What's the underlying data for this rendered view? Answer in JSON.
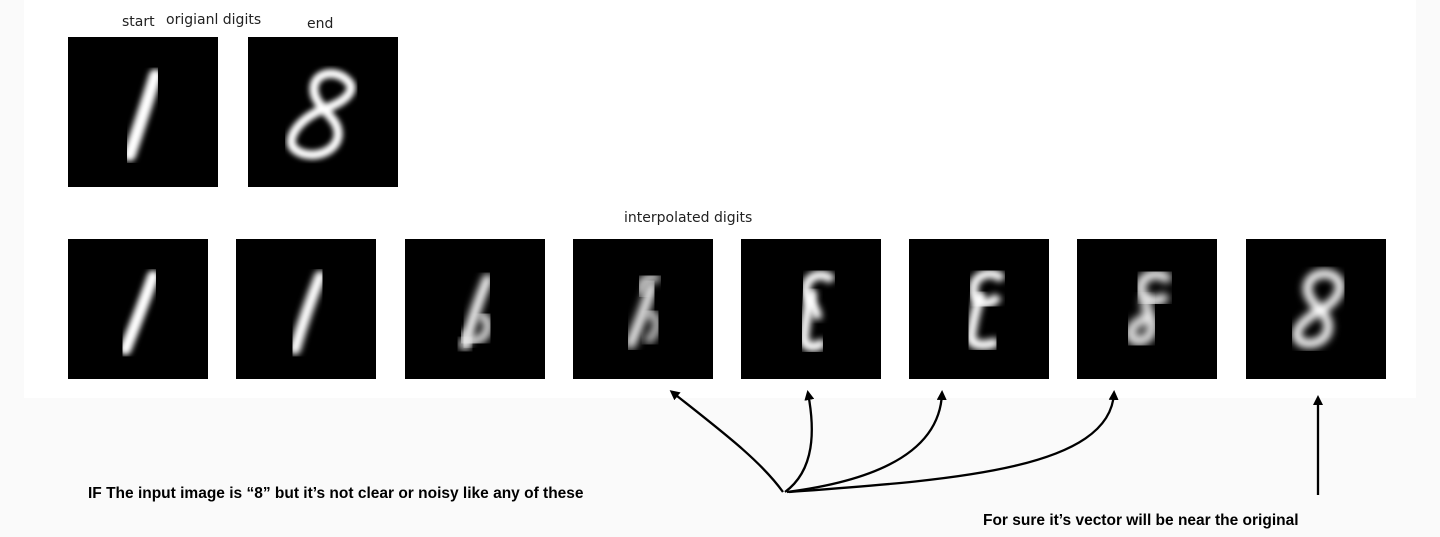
{
  "original": {
    "start_label": "start",
    "title": "origianl digits",
    "end_label": "end",
    "start_digit": "1",
    "end_digit": "8"
  },
  "interpolated": {
    "title": "interpolated digits",
    "frame_count": 8
  },
  "annotations": {
    "noisy_caption": "IF The input image is “8” but it’s not clear or noisy like any of these",
    "clear_caption": "For sure it’s vector will be near the original"
  },
  "colors": {
    "tile_background": "#000000",
    "digit_stroke": "#ffffff",
    "arrow": "#000000"
  }
}
